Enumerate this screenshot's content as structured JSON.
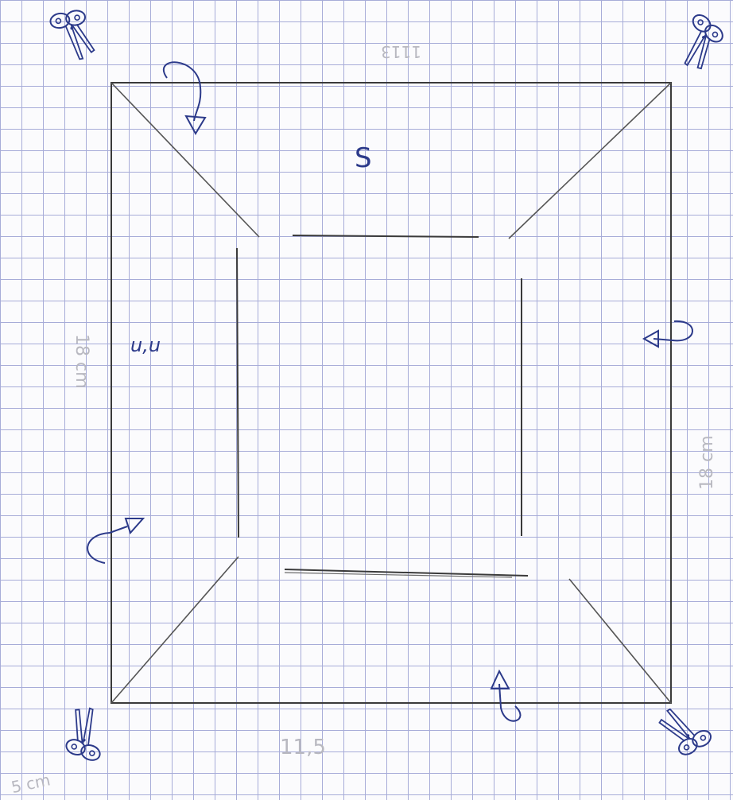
{
  "labels": {
    "center_label": "S",
    "left_label": "u,u",
    "top_faint": "1113",
    "left_side_faint": "18 cm",
    "right_side_faint": "18 cm",
    "bottom_faint": "11,5",
    "corner_faint": "5 cm"
  },
  "colors": {
    "paper": "#fbfbfd",
    "grid": "#a7acd8",
    "pencil": "#3a3a3a",
    "pen": "#2c3a8a",
    "faint": "#b8b8c0"
  },
  "icons": [
    "scissors-icon",
    "curved-arrow-icon"
  ]
}
